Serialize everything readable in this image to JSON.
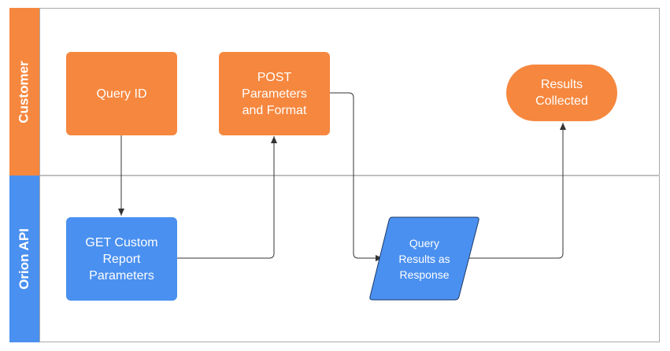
{
  "lanes": {
    "customer": "Customer",
    "orion_api": "Orion API"
  },
  "nodes": {
    "query_id": "Query ID",
    "post_params": "POST\nParameters\nand Format",
    "results_collected": "Results\nCollected",
    "get_custom": "GET Custom\nReport\nParameters",
    "query_results": "Query\nResults as\nResponse"
  },
  "colors": {
    "customer": "#f6873e",
    "orion_api": "#4a90f0",
    "edge": "#333333"
  }
}
